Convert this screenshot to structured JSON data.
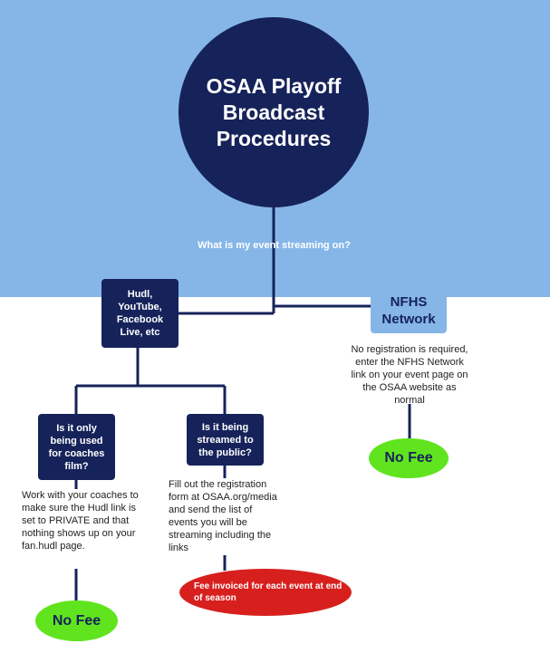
{
  "title": "OSAA Playoff Broadcast Procedures",
  "question": "What is my event streaming on?",
  "options": {
    "hudl": "Hudl, YouTube, Facebook Live, etc",
    "nfhs": "NFHS Network"
  },
  "nfhs_note": "No registration is required, enter the NFHS Network link on your event page on the OSAA website as normal",
  "nfhs_fee": "No Fee",
  "sub_questions": {
    "coaches": "Is it only being used for coaches film?",
    "public": "Is it being streamed to the public?"
  },
  "coaches_note": "Work with your coaches to make sure the Hudl link is set to PRIVATE and that nothing shows up on your fan.hudl page.",
  "coaches_fee": "No Fee",
  "public_note": "Fill out the registration form at OSAA.org/media and send the list of events you will be streaming including the links",
  "public_fee": "Fee invoiced for each event at end of season",
  "colors": {
    "navy": "#16235a",
    "sky": "#86b6e8",
    "green": "#60e41e",
    "red": "#d7201e"
  }
}
